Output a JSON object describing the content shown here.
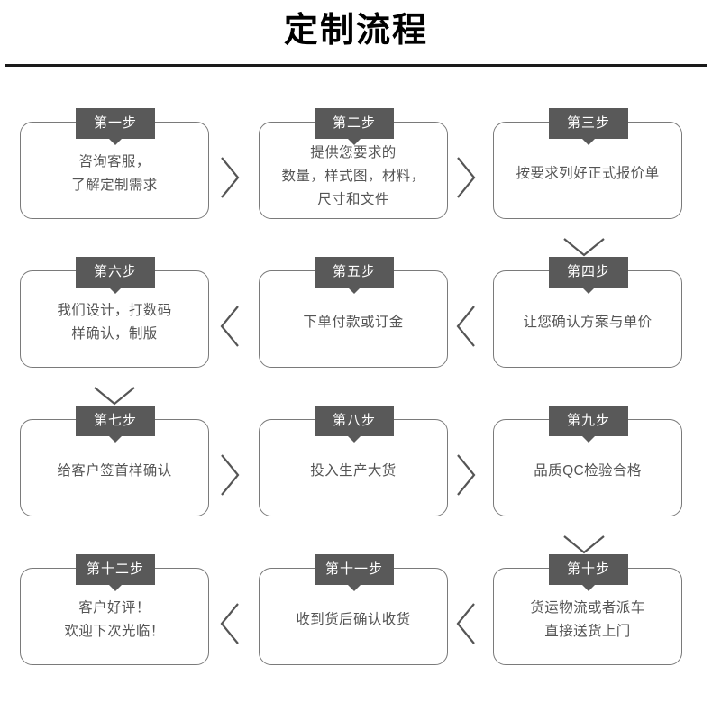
{
  "header": {
    "title": "定制流程"
  },
  "colors": {
    "badge_bg": "#595959",
    "badge_text": "#ffffff",
    "box_border": "#7a7a7a",
    "box_text": "#555555",
    "rule": "#1a1a1a",
    "background": "#ffffff"
  },
  "flow": {
    "rows": [
      {
        "direction": "left-to-right",
        "steps": [
          {
            "badge": "第一步",
            "lines": [
              "咨询客服，",
              "了解定制需求"
            ]
          },
          {
            "badge": "第二步",
            "lines": [
              "提供您要求的",
              "数量，样式图，材料，",
              "尺寸和文件"
            ]
          },
          {
            "badge": "第三步",
            "lines": [
              "按要求列好正式报价单"
            ]
          }
        ]
      },
      {
        "direction": "right-to-left",
        "steps": [
          {
            "badge": "第六步",
            "lines": [
              "我们设计，打数码",
              "样确认，制版"
            ]
          },
          {
            "badge": "第五步",
            "lines": [
              "下单付款或订金"
            ]
          },
          {
            "badge": "第四步",
            "lines": [
              "让您确认方案与单价"
            ]
          }
        ]
      },
      {
        "direction": "left-to-right",
        "steps": [
          {
            "badge": "第七步",
            "lines": [
              "给客户签首样确认"
            ]
          },
          {
            "badge": "第八步",
            "lines": [
              "投入生产大货"
            ]
          },
          {
            "badge": "第九步",
            "lines": [
              "品质QC检验合格"
            ]
          }
        ]
      },
      {
        "direction": "right-to-left",
        "steps": [
          {
            "badge": "第十二步",
            "lines": [
              "客户好评！",
              "欢迎下次光临！"
            ]
          },
          {
            "badge": "第十一步",
            "lines": [
              "收到货后确认收货"
            ]
          },
          {
            "badge": "第十步",
            "lines": [
              "货运物流或者派车",
              "直接送货上门"
            ]
          }
        ]
      }
    ],
    "connectors": {
      "row0_h0": "chevron-right",
      "row0_h1": "chevron-right",
      "row0_to_row1": "chevron-down-right-column",
      "row1_h0": "chevron-left",
      "row1_h1": "chevron-left",
      "row1_to_row2": "chevron-down-left-column",
      "row2_h0": "chevron-right",
      "row2_h1": "chevron-right",
      "row2_to_row3": "chevron-down-right-column"
    }
  }
}
